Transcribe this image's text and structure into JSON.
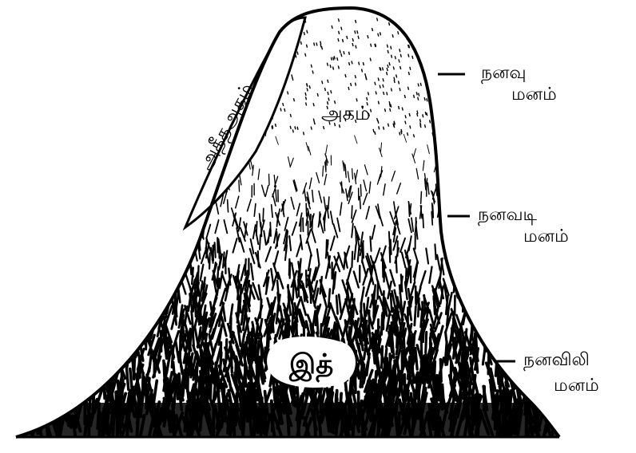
{
  "diagram": {
    "regions": {
      "superego": "அதீதஅகம்",
      "ego": "அகம்",
      "id": "இத்"
    },
    "levels": [
      {
        "line1": "நனவு",
        "line2": "மனம்"
      },
      {
        "line1": "நனவடி",
        "line2": "மனம்"
      },
      {
        "line1": "நனவிலி",
        "line2": "மனம்"
      }
    ]
  },
  "colors": {
    "ink": "#000000",
    "paper": "#ffffff"
  }
}
